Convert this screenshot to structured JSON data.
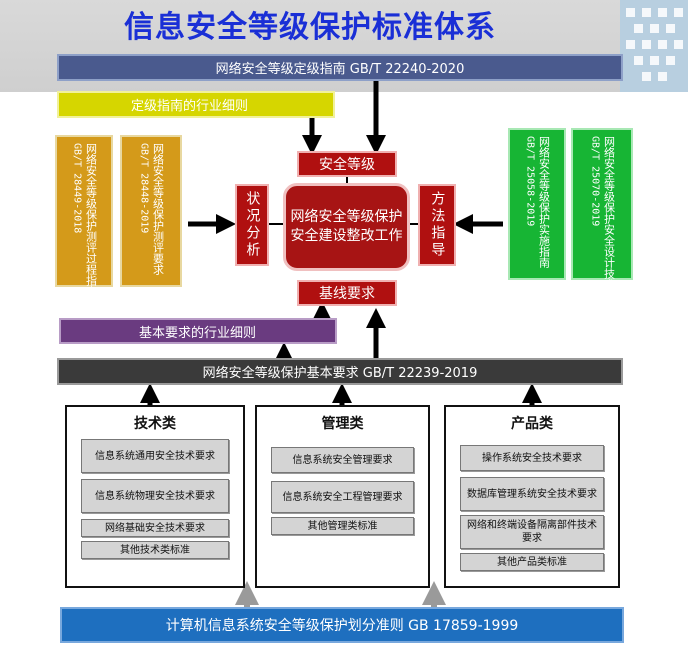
{
  "title": "信息安全等级保护标准体系",
  "top_standard": "网络安全等级定级指南 GB/T 22240-2020",
  "grading_industry_rules": "定级指南的行业细则",
  "security_level": "安全等级",
  "status_analysis": "状况分析",
  "method_guidance": "方法指导",
  "center_work": "网络安全等级保护安全建设整改工作",
  "baseline_requirements": "基线要求",
  "basic_industry_rules": "基本要求的行业细则",
  "basic_requirements_standard": "网络安全等级保护基本要求 GB/T 22239-2019",
  "bottom_standard": "计算机信息系统安全等级保护划分准则 GB 17859-1999",
  "left_standards": [
    {
      "name": "网络安全等级保护测评过程指南",
      "code": "GB/T 28449-2018"
    },
    {
      "name": "网络安全等级保护测评要求",
      "code": "GB/T 28448-2019"
    }
  ],
  "right_standards": [
    {
      "name": "网络安全等级保护实施指南",
      "code": "GB/T 25058-2019"
    },
    {
      "name": "网络安全等级保护安全设计技术要求",
      "code": "GB/T 25070-2019"
    }
  ],
  "categories": [
    {
      "title": "技术类",
      "items": [
        "信息系统通用安全技术要求",
        "信息系统物理安全技术要求",
        "网络基础安全技术要求",
        "其他技术类标准"
      ]
    },
    {
      "title": "管理类",
      "items": [
        "信息系统安全管理要求",
        "信息系统安全工程管理要求",
        "其他管理类标准"
      ]
    },
    {
      "title": "产品类",
      "items": [
        "操作系统安全技术要求",
        "数据库管理系统安全技术要求",
        "网络和终端设备隔离部件技术要求",
        "其他产品类标准"
      ]
    }
  ],
  "colors": {
    "title_blue": "#1a2fd6",
    "red": "#b01010",
    "gold": "#d49a1a",
    "green": "#17b534",
    "bottom_blue": "#1e6fbf"
  }
}
